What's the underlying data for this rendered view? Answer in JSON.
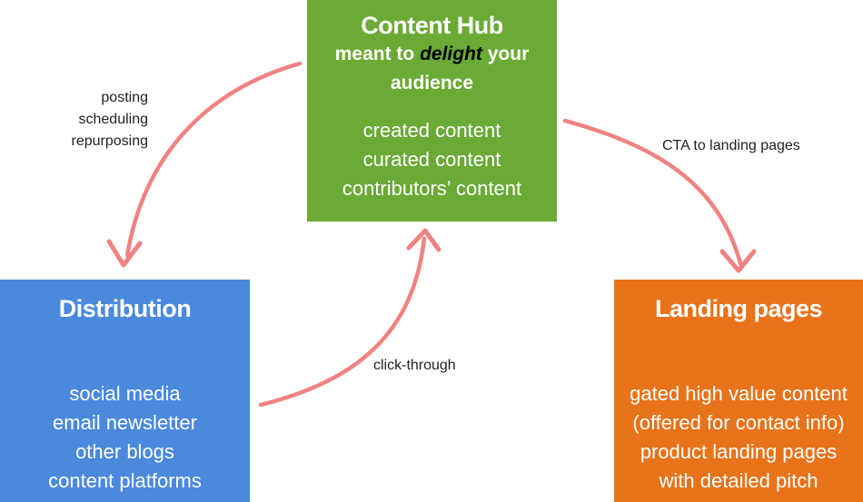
{
  "hub": {
    "title": "Content Hub",
    "subtitle_pre": "meant to ",
    "subtitle_em": "delight",
    "subtitle_post": " your",
    "subtitle_line2": "audience",
    "items": [
      "created content",
      "curated content",
      "contributors’ content"
    ],
    "color": "#6aaa35"
  },
  "distribution": {
    "title": "Distribution",
    "items": [
      "social media",
      "email newsletter",
      "other blogs",
      "content platforms"
    ],
    "color": "#4a89dc"
  },
  "landing": {
    "title": "Landing pages",
    "items": [
      "gated high value content",
      "(offered for contact info)",
      "product landing pages",
      "with detailed pitch"
    ],
    "color": "#e8731a"
  },
  "edges": {
    "hub_to_distribution": [
      "posting",
      "scheduling",
      "repurposing"
    ],
    "hub_to_landing": "CTA to landing pages",
    "distribution_to_hub": "click-through",
    "arrow_color": "#f07777"
  }
}
